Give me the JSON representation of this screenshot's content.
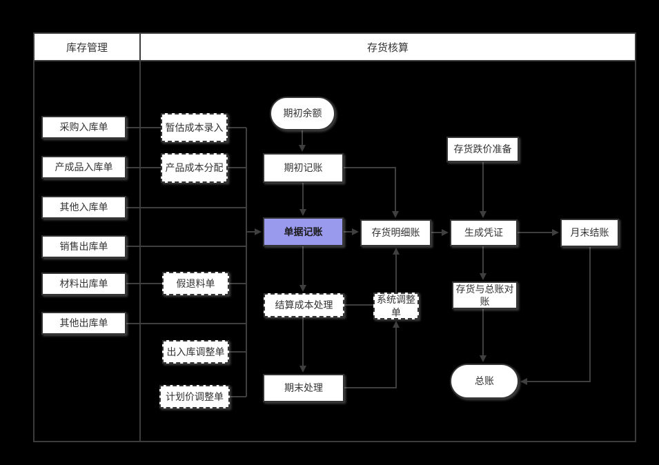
{
  "diagram": {
    "lanes": [
      {
        "label": "库存管理"
      },
      {
        "label": "存货核算"
      }
    ],
    "nodes": {
      "purchase_in": {
        "label": "采购入库单",
        "shape": "rect"
      },
      "finished_in": {
        "label": "产成品入库单",
        "shape": "rect"
      },
      "other_in": {
        "label": "其他入库单",
        "shape": "rect"
      },
      "sales_out": {
        "label": "销售出库单",
        "shape": "rect"
      },
      "material_out": {
        "label": "材料出库单",
        "shape": "rect"
      },
      "other_out": {
        "label": "其他出库单",
        "shape": "rect"
      },
      "est_cost_entry": {
        "label": "暂估成本录入",
        "shape": "dashed-rect"
      },
      "product_cost_alloc": {
        "label": "产品成本分配",
        "shape": "dashed-rect"
      },
      "fake_return": {
        "label": "假退料单",
        "shape": "dashed-rect"
      },
      "inout_adjust": {
        "label": "出入库调整单",
        "shape": "dashed-rect"
      },
      "plan_price_adjust": {
        "label": "计划价调整单",
        "shape": "dashed-rect"
      },
      "opening_balance": {
        "label": "期初余额",
        "shape": "stadium"
      },
      "opening_entry": {
        "label": "期初记账",
        "shape": "rect"
      },
      "doc_entry": {
        "label": "单据记账",
        "shape": "rect-highlight"
      },
      "cost_settlement": {
        "label": "结算成本处理",
        "shape": "dashed-rect"
      },
      "period_end": {
        "label": "期末处理",
        "shape": "rect"
      },
      "inventory_detail_ledger": {
        "label": "存货明细账",
        "shape": "rect"
      },
      "system_adjust": {
        "label": "系统调整单",
        "shape": "dashed-rect"
      },
      "inventory_price_reserve": {
        "label": "存货跌价准备",
        "shape": "rect"
      },
      "generate_voucher": {
        "label": "生成凭证",
        "shape": "rect"
      },
      "inventory_gl_reconcile": {
        "label": "存货与总账对账",
        "shape": "rect"
      },
      "month_end_close": {
        "label": "月末结账",
        "shape": "rect"
      },
      "general_ledger": {
        "label": "总账",
        "shape": "stadium"
      }
    },
    "colors": {
      "background": "#000000",
      "frame_line": "#3c3c3c",
      "connector": "#3f3f3f",
      "box_fill": "#ffffff",
      "box_border": "#333333",
      "text": "#333333",
      "highlight_fill": "#9999ee"
    }
  }
}
